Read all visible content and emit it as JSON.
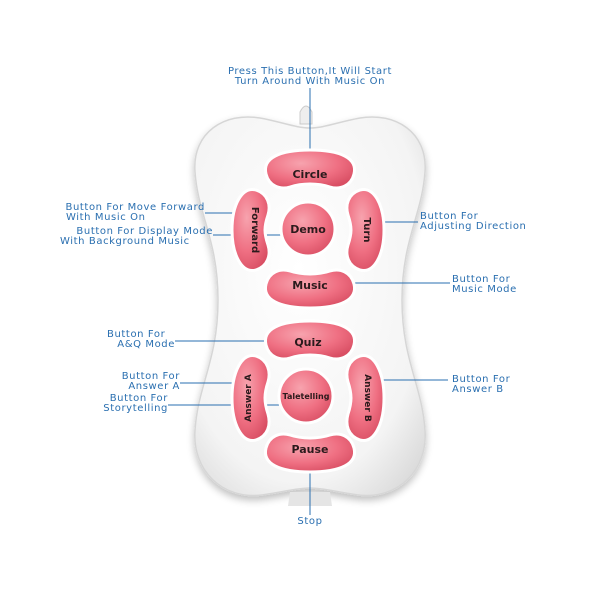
{
  "remote": {
    "body_color": "#f7f7f7",
    "button_color": "#ef6f82",
    "button_text_color": "#2b1a1c",
    "accent_color": "#2a6fb0",
    "buttons": {
      "circle": "Circle",
      "forward": "Forward",
      "demo": "Demo",
      "turn": "Turn",
      "music": "Music",
      "quiz": "Quiz",
      "answer_a": "Answer A",
      "taletelling": "Taletelling",
      "answer_b": "Answer B",
      "pause": "Pause"
    }
  },
  "callouts": {
    "circle": [
      "Press This Button,It Will Start",
      "Turn Around With Music On"
    ],
    "forward": [
      "Button For Move Forward",
      "With Music On"
    ],
    "demo": [
      "Button For Display Mode",
      "With Background Music"
    ],
    "turn": [
      "Button For",
      "Adjusting Direction"
    ],
    "music": [
      "Button For",
      "Music Mode"
    ],
    "quiz": [
      "Button For",
      "A&Q Mode"
    ],
    "answer_a": [
      "Button For",
      "Answer A"
    ],
    "taletelling": [
      "Button For",
      "Storytelling"
    ],
    "answer_b": [
      "Button For",
      "Answer B"
    ],
    "pause": [
      "Stop"
    ]
  }
}
